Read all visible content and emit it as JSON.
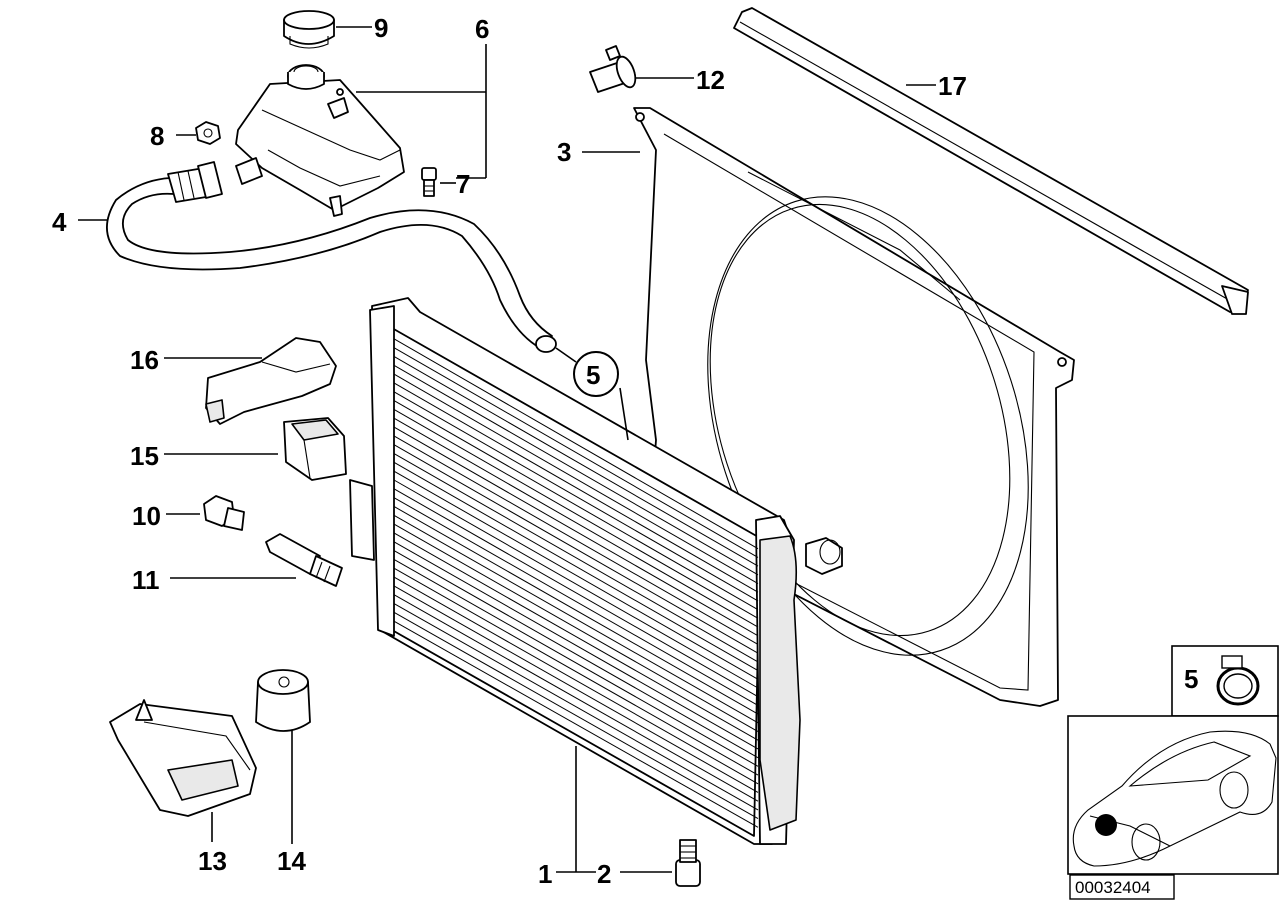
{
  "diagram_number": "00032404",
  "callouts": {
    "c1": "1",
    "c2": "2",
    "c3": "3",
    "c4": "4",
    "c5": "5",
    "c6": "6",
    "c7": "7",
    "c8": "8",
    "c9": "9",
    "c10": "10",
    "c11": "11",
    "c12": "12",
    "c13": "13",
    "c14": "14",
    "c15": "15",
    "c16": "16",
    "c17": "17"
  },
  "inset": {
    "clamp_label": "5"
  }
}
